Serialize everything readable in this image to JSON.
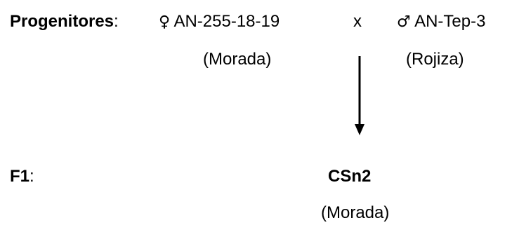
{
  "parents": {
    "label": "Progenitores",
    "label_suffix": ":",
    "female_symbol": "♀",
    "female_name": "AN-255-18-19",
    "cross": "x",
    "male_symbol": "♂",
    "male_name": "AN-Tep-3",
    "female_color": "(Morada)",
    "male_color": "(Rojiza)"
  },
  "offspring": {
    "label": "F1",
    "label_suffix": ":",
    "name": "CSn2",
    "color": "(Morada)"
  }
}
